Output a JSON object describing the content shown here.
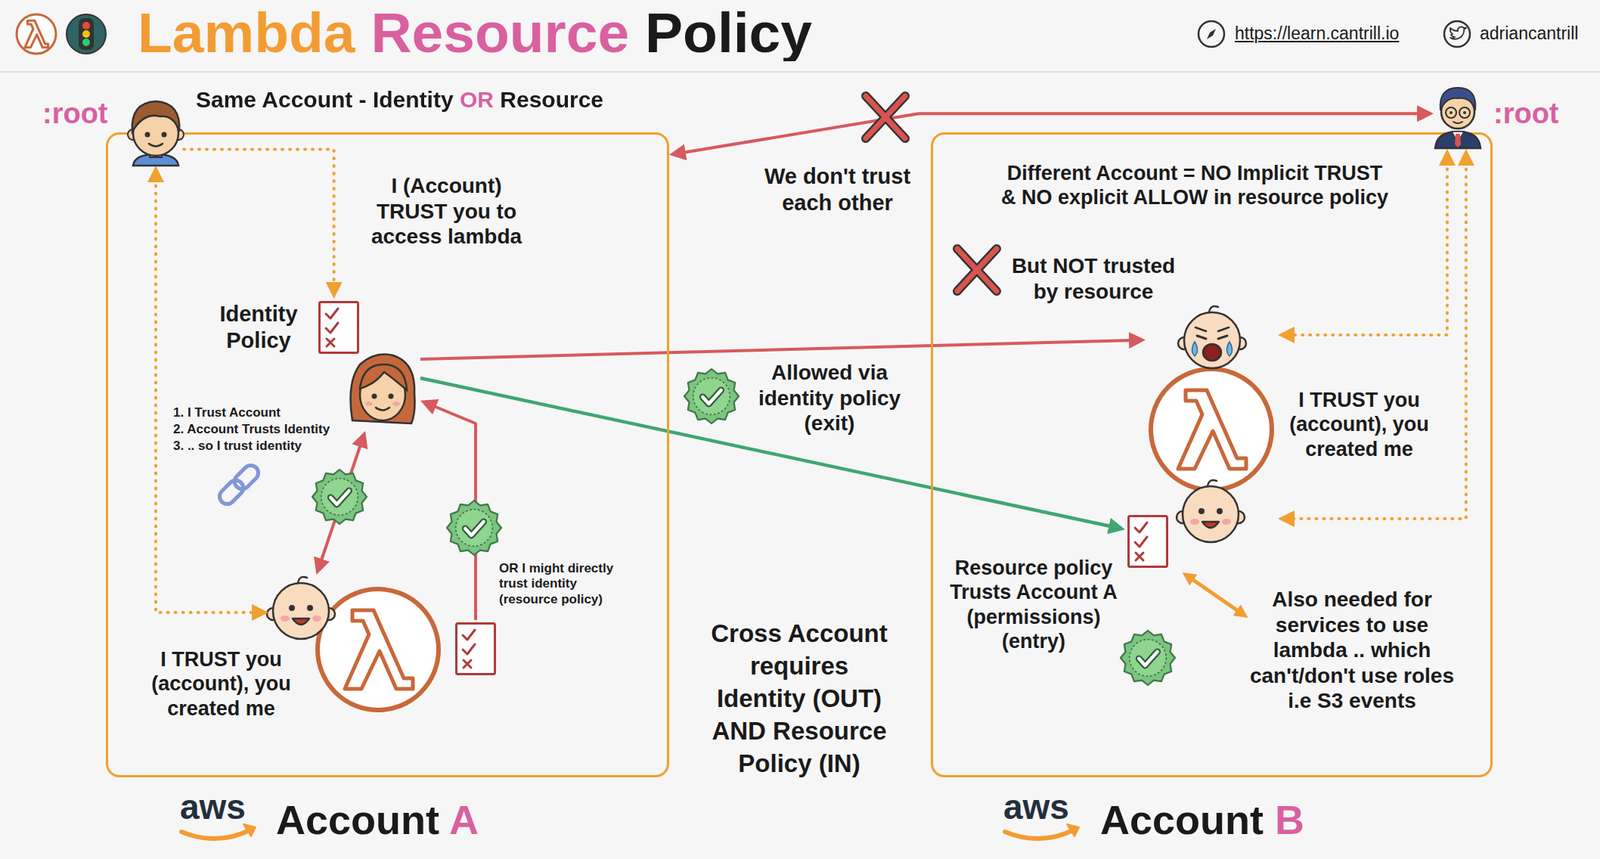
{
  "diagram": {
    "title": "Lambda Resource Policy",
    "nodes": [
      {
        "text": [
          ":root"
        ]
      },
      {
        "text": [
          "Same Account - Identity OR Resource",
          "Account A"
        ]
      },
      {
        "text": [
          "Identity Policy"
        ],
        "in": 1
      },
      {
        "text": [
          "OR I might directly trust identity (resource policy)"
        ],
        "in": 1
      },
      {
        "text": [
          "I TRUST you (account), you created me"
        ],
        "in": 1
      },
      {
        "text": [
          ":root"
        ]
      },
      {
        "text": [
          "Account B"
        ]
      },
      {
        "text": [
          "I TRUST you (account), you created me"
        ],
        "in": 6
      },
      {
        "text": [
          "Resource policy Trusts Account A (permissions) (entry)"
        ],
        "in": 6
      }
    ],
    "edges": [
      {
        "from": 0,
        "to": 2,
        "arrow": "to"
      },
      {
        "from": 0,
        "to": 4,
        "arrow": "both"
      },
      {
        "from": 2,
        "to": 4,
        "arrow": "both"
      },
      {
        "from": 3,
        "to": 2,
        "arrow": "to"
      },
      {
        "from": 1,
        "to": 5,
        "arrow": "both"
      },
      {
        "from": 2,
        "to": 7,
        "arrow": "to"
      },
      {
        "from": 2,
        "to": 8,
        "arrow": "to"
      },
      {
        "from": 5,
        "to": 7,
        "arrow": "both"
      },
      {
        "from": 5,
        "to": 7,
        "arrow": "both"
      }
    ],
    "labels": [
      "https://learn.cantrill.io",
      "adriancantrill",
      "I (Account) TRUST you to access lambda",
      "1. I Trust Account",
      "2. Account Trusts Identity",
      "3. .. so I trust identity",
      "We don't trust each other",
      "Different Account = NO Implicit TRUST & NO explicit ALLOW in resource policy",
      "But NOT trusted by resource",
      "Allowed via identity policy (exit)",
      "Cross Account requires Identity (OUT) AND Resource Policy (IN)",
      "Also needed for services to use lambda .. which can't/don't use roles i.e S3 events",
      "aws",
      "aws"
    ]
  }
}
